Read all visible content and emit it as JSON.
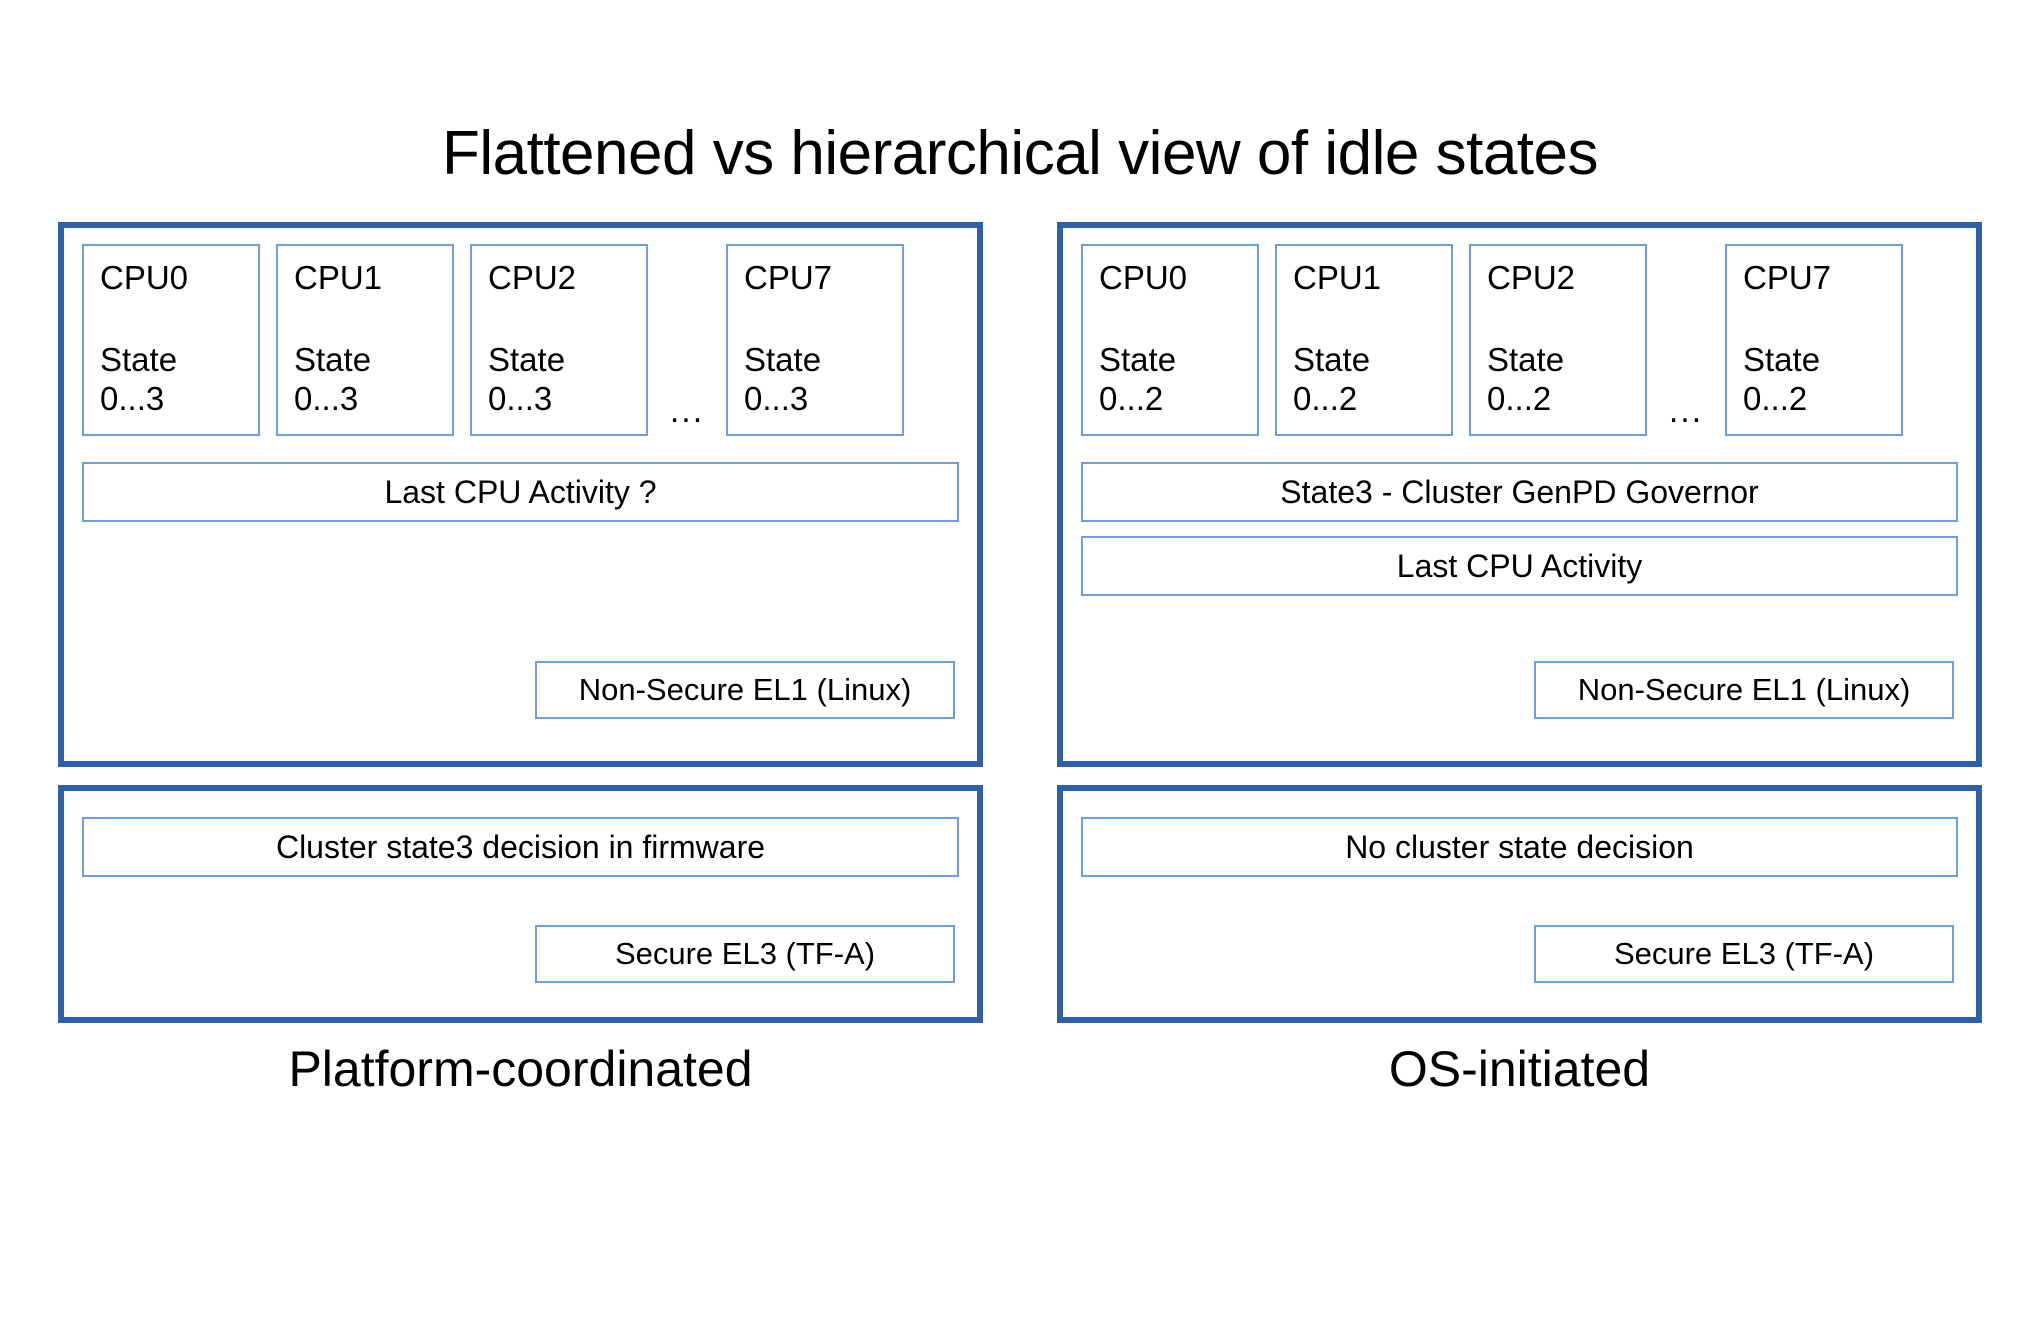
{
  "title": "Flattened vs hierarchical view of idle states",
  "colors": {
    "panel_border": "#2e5faa",
    "inner_border": "#6f9fdb",
    "background": "#ffffff",
    "text": "#000000"
  },
  "panels": {
    "left": {
      "caption": "Platform-coordinated",
      "cpus": [
        {
          "name": "CPU0",
          "state_word": "State",
          "state_range": "0...3"
        },
        {
          "name": "CPU1",
          "state_word": "State",
          "state_range": "0...3"
        },
        {
          "name": "CPU2",
          "state_word": "State",
          "state_range": "0...3"
        },
        {
          "name": "CPU7",
          "state_word": "State",
          "state_range": "0...3"
        }
      ],
      "ellipsis": "...",
      "bars": [
        "Last CPU Activity ?"
      ],
      "os_level_tag": "Non-Secure EL1 (Linux)",
      "firmware_bar": "Cluster state3 decision in firmware",
      "firmware_level_tag": "Secure EL3 (TF-A)"
    },
    "right": {
      "caption": "OS-initiated",
      "cpus": [
        {
          "name": "CPU0",
          "state_word": "State",
          "state_range": "0...2"
        },
        {
          "name": "CPU1",
          "state_word": "State",
          "state_range": "0...2"
        },
        {
          "name": "CPU2",
          "state_word": "State",
          "state_range": "0...2"
        },
        {
          "name": "CPU7",
          "state_word": "State",
          "state_range": "0...2"
        }
      ],
      "ellipsis": "...",
      "bars": [
        "State3 - Cluster GenPD Governor",
        "Last CPU Activity"
      ],
      "os_level_tag": "Non-Secure EL1 (Linux)",
      "firmware_bar": "No cluster state decision",
      "firmware_level_tag": "Secure EL3 (TF-A)"
    }
  }
}
